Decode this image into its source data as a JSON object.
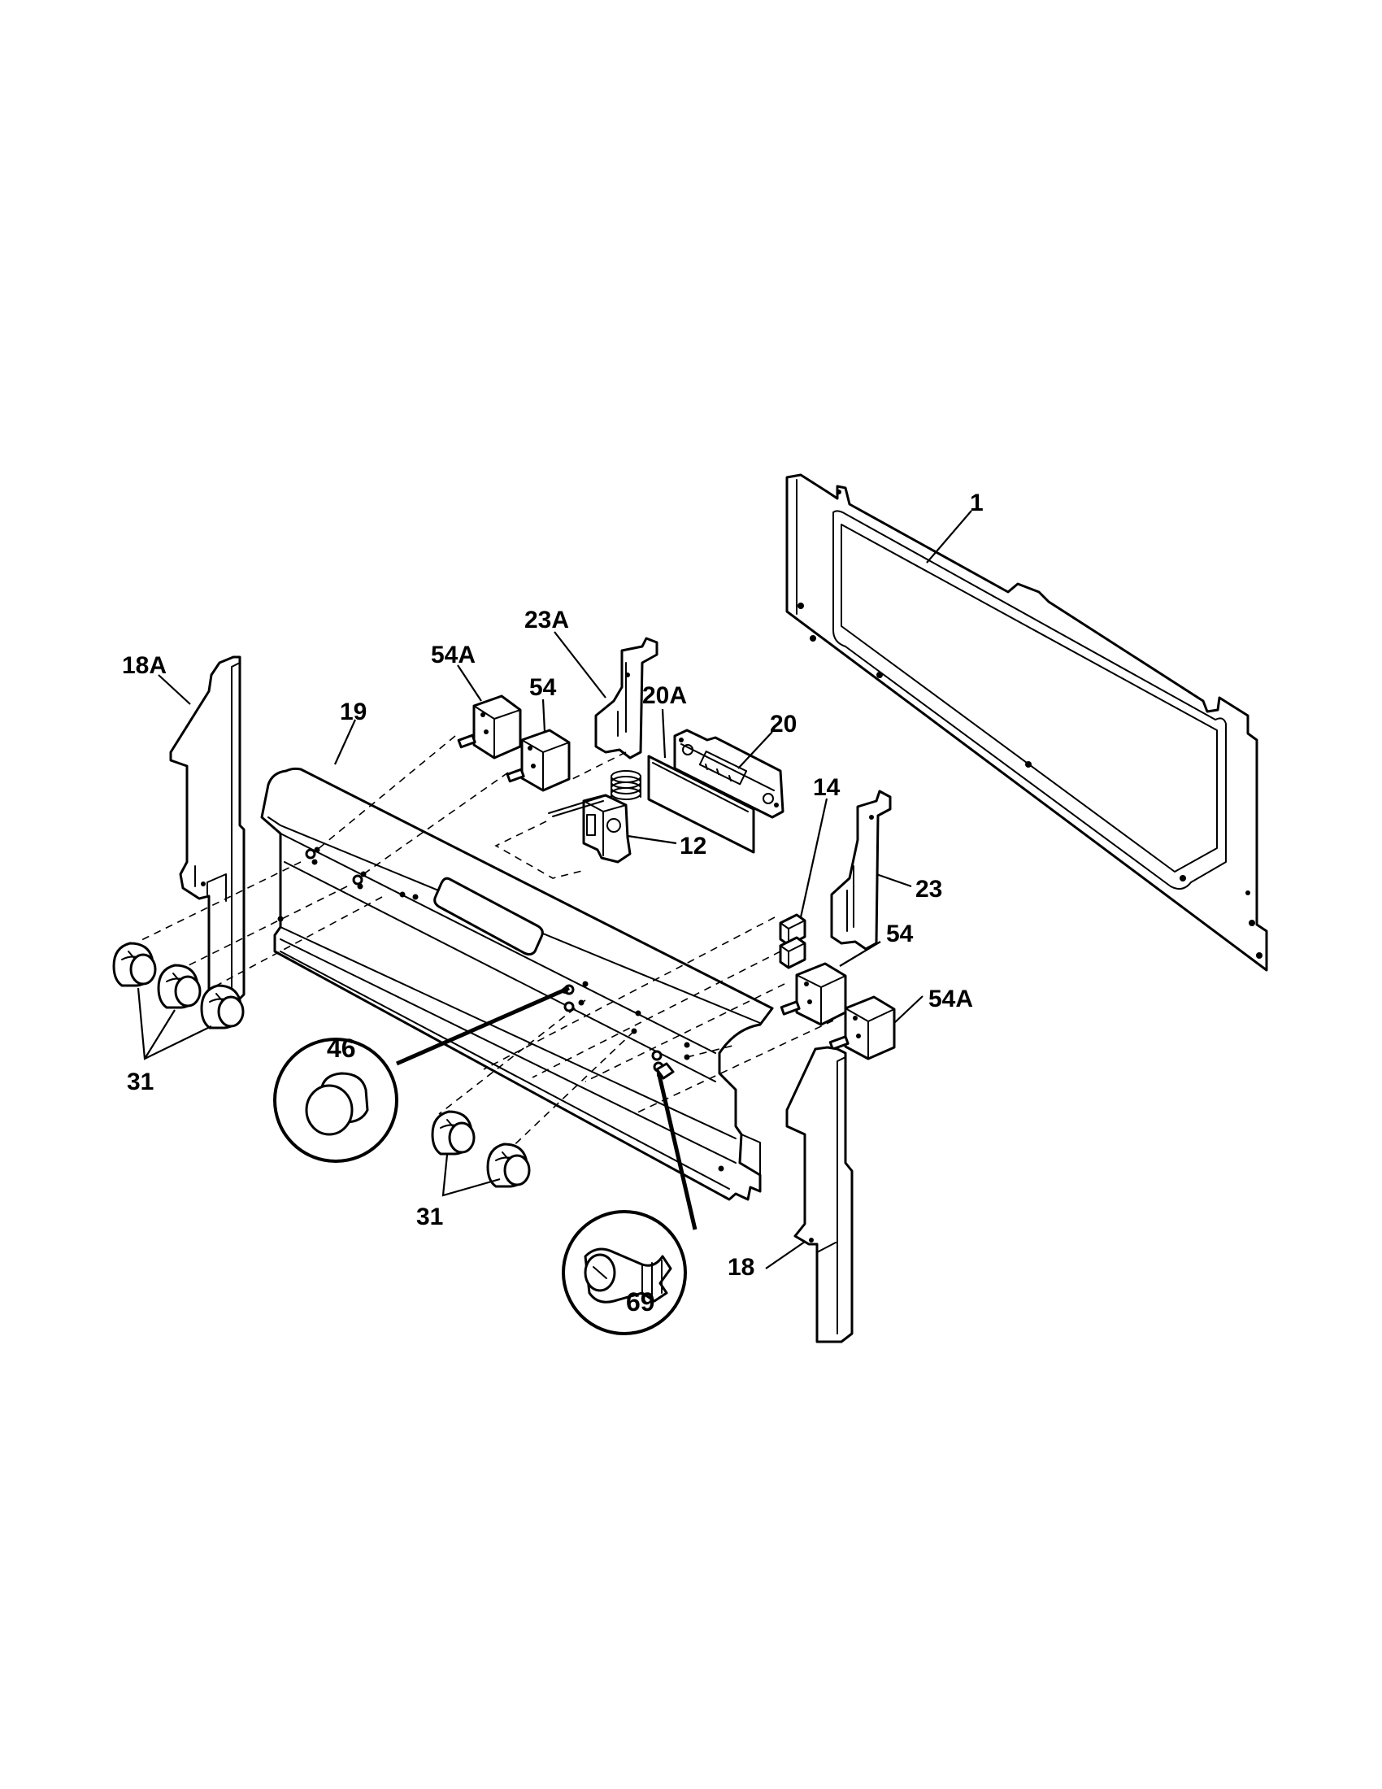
{
  "diagram": {
    "line_color": "#000000",
    "background": "#ffffff",
    "callouts": {
      "c1": "1",
      "c23A": "23A",
      "c18A": "18A",
      "c54A_top": "54A",
      "c54_top": "54",
      "c19": "19",
      "c20A": "20A",
      "c20": "20",
      "c14": "14",
      "c12": "12",
      "c23": "23",
      "c54_right": "54",
      "c54A_right": "54A",
      "c31_left": "31",
      "c46": "46",
      "c31_bottom": "31",
      "c69": "69",
      "c18": "18"
    }
  }
}
